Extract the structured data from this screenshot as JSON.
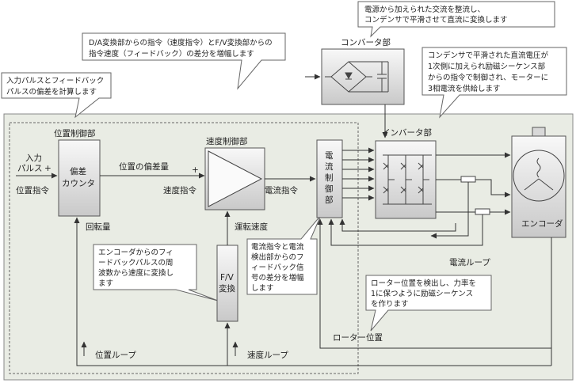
{
  "callouts": {
    "converter_note": [
      "電源から加えられた交流を整流し、",
      "コンデンサで平滑させて直流に変換します"
    ],
    "da_note": [
      "D/A変換部からの指令（速度指令）とF/V変換部からの",
      "指令速度（フィードバック）の差分を増幅します"
    ],
    "pulse_note": [
      "入力パルスとフィードバック",
      "パルスの偏差を計算します"
    ],
    "inverter_note": [
      "コンデンサで平滑された直流電圧が",
      "1次側に加えられ励磁シーケンス部",
      "からの指令で制御され、モーターに",
      "3相電流を供給します"
    ],
    "fv_note": [
      "エンコーダからのフィ",
      "ードバックパルスの周",
      "波数から速度に変換し",
      "ます"
    ],
    "current_note": [
      "電流指令と電流",
      "検出部からのフ",
      "ィードバック信",
      "号の差分を増幅",
      "します"
    ],
    "rotor_note": [
      "ローター位置を検出し、力率を",
      "1に保つように励磁シーケンス",
      "を作ります"
    ]
  },
  "blocks": {
    "converter_label": "コンバータ部",
    "inverter_label": "インバータ部",
    "position_controller_label": "位置制御部",
    "speed_controller_label": "速度制御部",
    "deviation_counter": [
      "偏差",
      "カウンタ"
    ],
    "current_controller": [
      "電",
      "流",
      "制",
      "御",
      "部"
    ],
    "fv_converter": [
      "F/V",
      "変換"
    ],
    "encoder_label": "エンコーダ"
  },
  "signals": {
    "input_pulse": [
      "入力",
      "パルス"
    ],
    "plus_sign": "+",
    "position_command": "位置指令",
    "position_deviation": "位置の偏差量",
    "speed_command": "速度指令",
    "current_command": "電流指令",
    "rotation_amount": "回転量",
    "running_speed": "運転速度",
    "current_loop": "電流ループ",
    "position_loop": "位置ループ",
    "speed_loop": "速度ループ",
    "rotor_position": "ローター位置"
  },
  "colors": {
    "panel_bg": "#e9ece4",
    "box_light": "#f6f6f6",
    "box_dark": "#c8c8c8"
  }
}
